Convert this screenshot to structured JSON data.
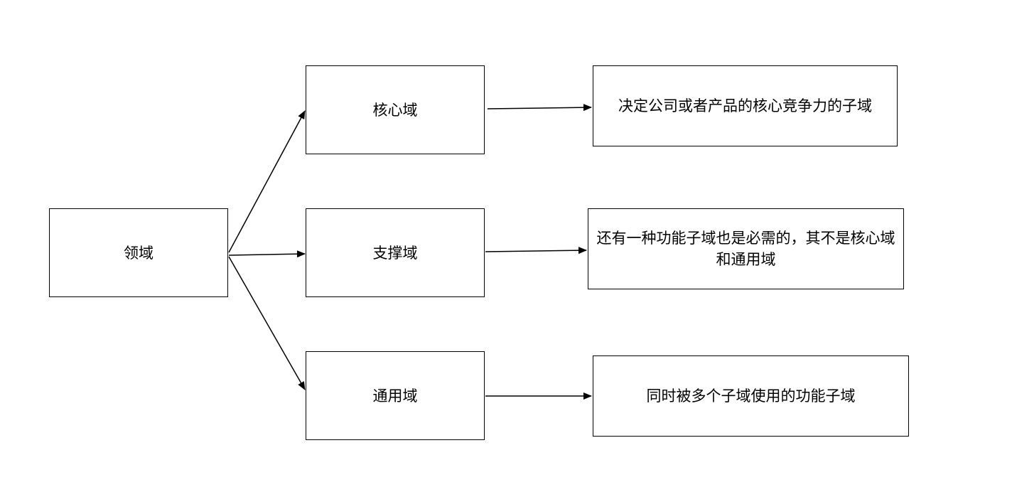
{
  "nodes": {
    "domain": "领域",
    "core": "核心域",
    "support": "支撑域",
    "generic": "通用域"
  },
  "descriptions": {
    "core": "决定公司或者产品的核心竞争力的子域",
    "support": "还有一种功能子域也是必需的，其不是核心域和通用域",
    "generic": "同时被多个子域使用的功能子域"
  }
}
